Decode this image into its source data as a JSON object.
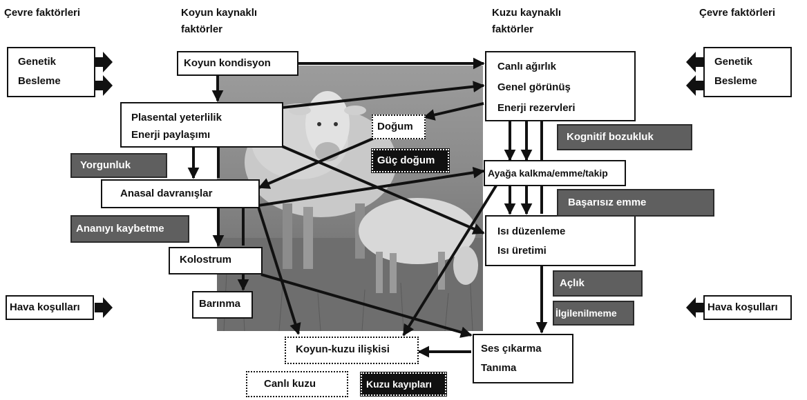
{
  "header": {
    "env_left": "Çevre faktörleri",
    "ewe_line1": "Koyun kaynaklı",
    "ewe_line2": "faktörler",
    "lamb_line1": "Kuzu kaynaklı",
    "lamb_line2": "faktörler",
    "env_right": "Çevre faktörleri"
  },
  "left": {
    "genetik": "Genetik",
    "besleme": "Besleme",
    "hava": "Hava koşulları"
  },
  "right": {
    "genetik": "Genetik",
    "besleme": "Besleme",
    "hava": "Hava koşulları"
  },
  "ewe": {
    "kondisyon": "Koyun kondisyon",
    "plasental": "Plasental yeterlilik",
    "enerji_paylasimi": "Enerji paylaşımı",
    "anasal": "Anasal davranışlar",
    "kolostrum": "Kolostrum",
    "barinma": "Barınma"
  },
  "lamb": {
    "canli_agirlik": "Canlı ağırlık",
    "genel_gorunus": "Genel görünüş",
    "enerji_rezervleri": "Enerji rezervleri",
    "ayaga": "Ayağa kalkma/emme/takip",
    "isi_duzenleme": "Isı düzenleme",
    "isi_uretimi": "Isı üretimi",
    "ses_cikarma": "Ses çıkarma",
    "tanima": "Tanıma"
  },
  "center": {
    "dogum": "Doğum",
    "guc_dogum": "Güç doğum",
    "koyun_kuzu": "Koyun-kuzu ilişkisi",
    "canli_kuzu": "Canlı kuzu",
    "kuzu_kayiplari": "Kuzu kayıpları"
  },
  "risks": {
    "yorgunluk": "Yorgunluk",
    "ananiyi": "Ananıyı kaybetme",
    "kognitif": "Kognitif bozukluk",
    "basarisiz": "Başarısız emme",
    "aclik": "Açlık",
    "ilgilenilmeme": "İlgilenilmeme"
  },
  "colors": {
    "risk_box": "#5f5f5f",
    "loss_box": "#111111",
    "line": "#111111"
  }
}
